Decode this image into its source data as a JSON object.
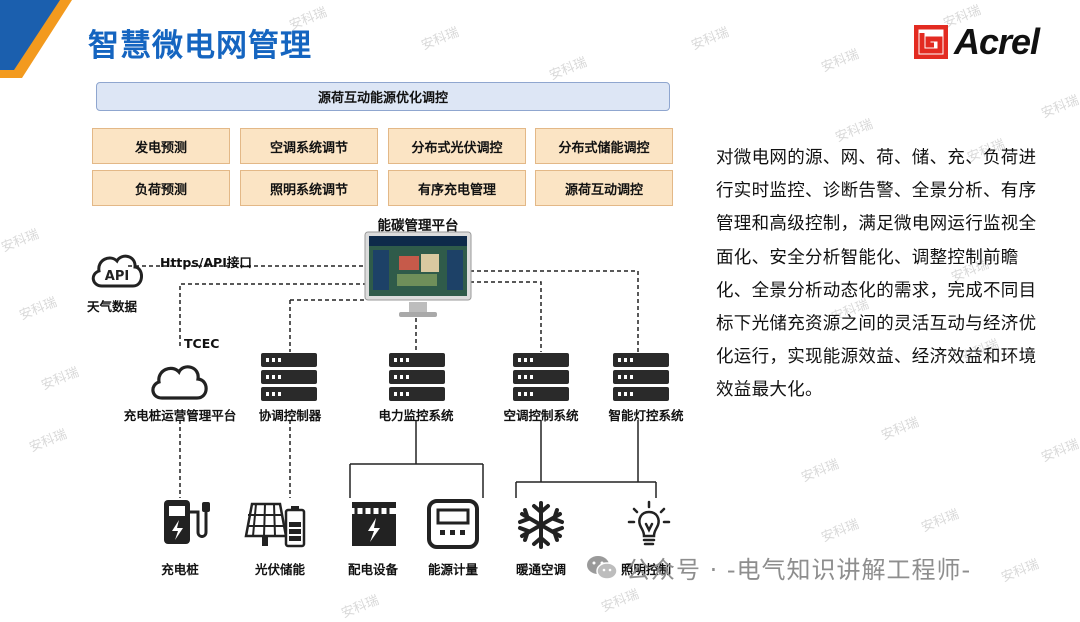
{
  "header": {
    "title": "智慧微电网管理"
  },
  "brand": {
    "name": "Acrel",
    "color": "#e32b21"
  },
  "diagram": {
    "top_banner": "源荷互动能源优化调控",
    "function_boxes": [
      [
        "发电预测",
        "空调系统调节",
        "分布式光伏调控",
        "分布式储能调控"
      ],
      [
        "负荷预测",
        "照明系统调节",
        "有序充电管理",
        "源荷互动调控"
      ]
    ],
    "platform_label": "能碳管理平台",
    "api_link_label": "Https/API接口",
    "api_icon_text": "API",
    "weather_label": "天气数据",
    "tcec_label": "TCEC",
    "systems": [
      "充电桩运营管理平台",
      "协调控制器",
      "电力监控系统",
      "空调控制系统",
      "智能灯控系统"
    ],
    "devices": [
      "充电桩",
      "光伏储能",
      "配电设备",
      "能源计量",
      "暖通空调",
      "照明控制"
    ]
  },
  "description": "对微电网的源、网、荷、储、充、负荷进行实时监控、诊断告警、全景分析、有序管理和高级控制，满足微电网运行监视全面化、安全分析智能化、调整控制前瞻化、全景分析动态化的需求，完成不同目标下光储充资源之间的灵活互动与经济优化运行，实现能源效益、经济效益和环境效益最大化。",
  "watermark": {
    "text": "安科瑞"
  },
  "footer": {
    "wechat_text": "公众号 · -电气知识讲解工程师-"
  },
  "colors": {
    "title": "#1565c0",
    "banner_bg": "#dde6f5",
    "box_bg": "#fbe4c4",
    "accent_orange": "#f39a1e"
  }
}
